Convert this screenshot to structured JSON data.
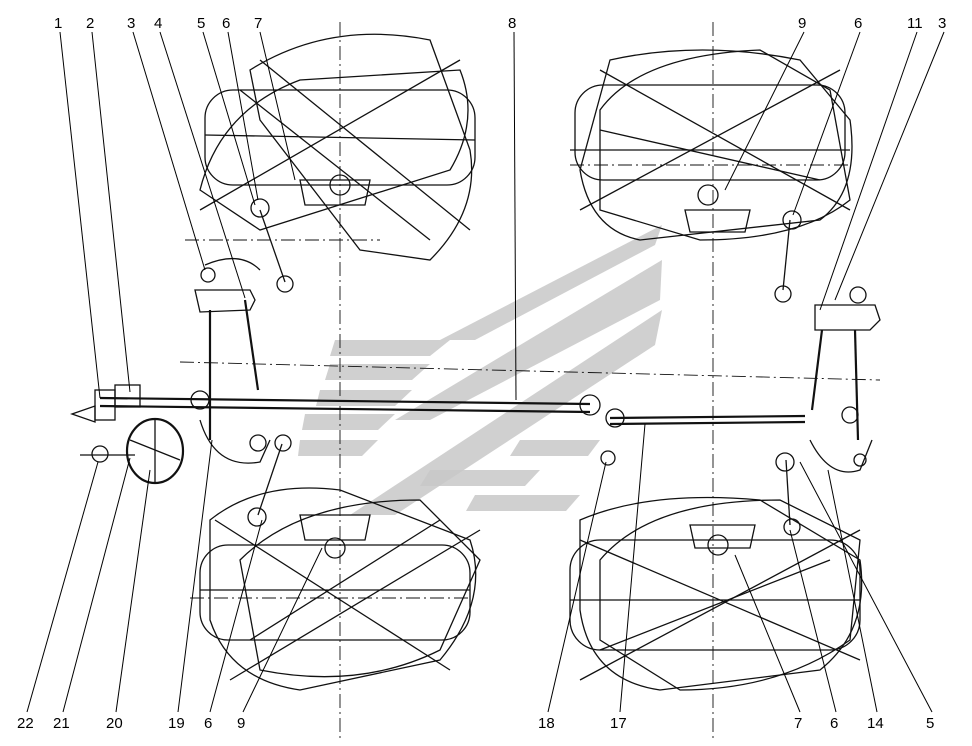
{
  "diagram": {
    "callouts_top": [
      "1",
      "2",
      "3",
      "4",
      "5",
      "6",
      "7",
      "8",
      "9",
      "6",
      "11",
      "3"
    ],
    "callouts_bottom": [
      "22",
      "21",
      "20",
      "19",
      "6",
      "9",
      "18",
      "17",
      "7",
      "6",
      "14",
      "5"
    ]
  }
}
